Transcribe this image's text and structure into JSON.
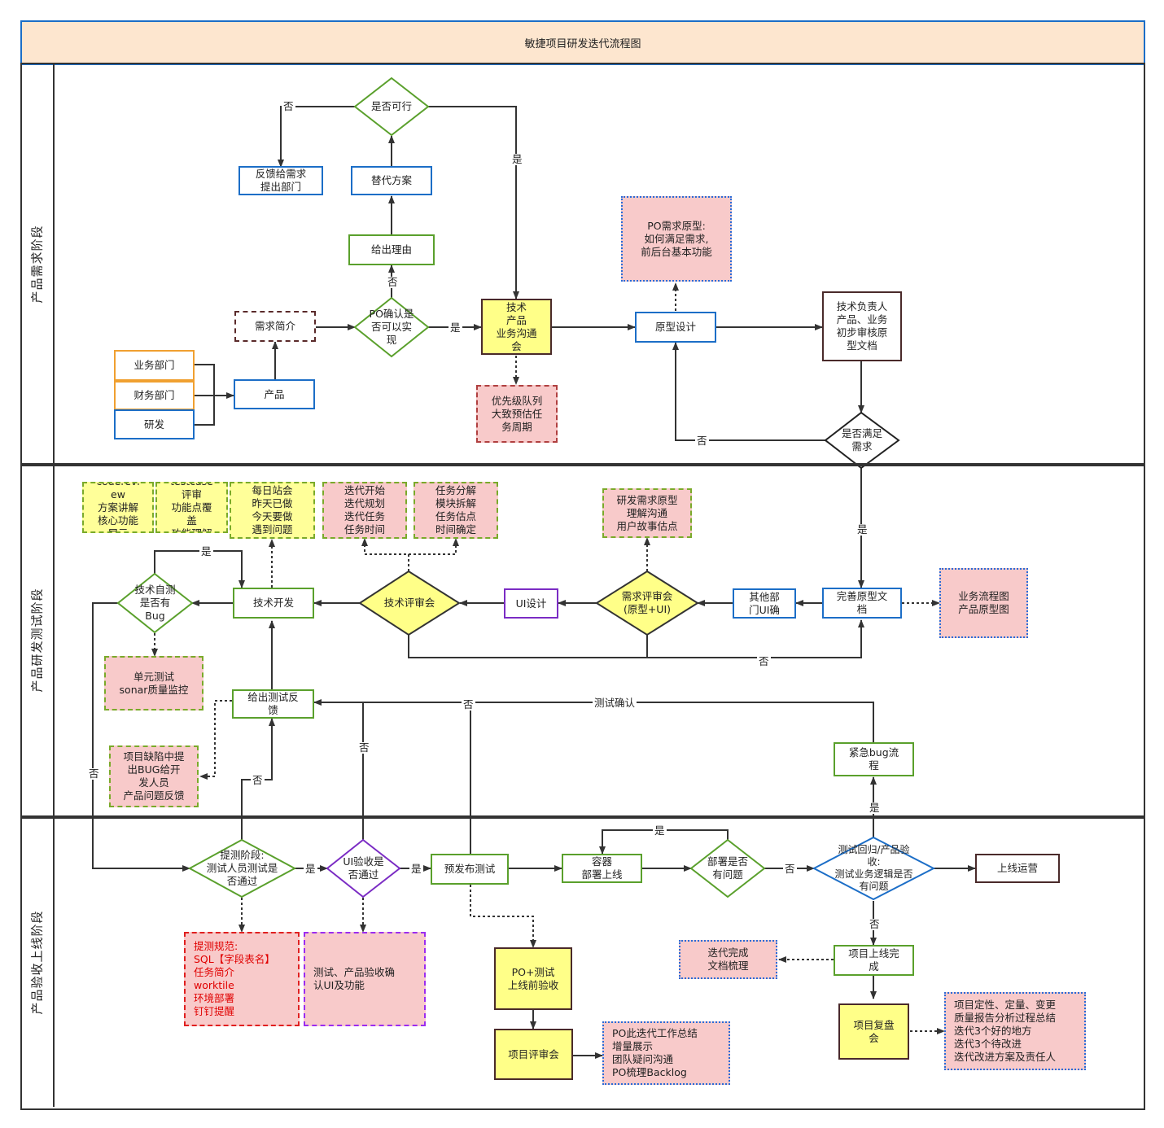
{
  "title": "敏捷项目研发迭代流程图",
  "lanes": {
    "req": "产品需求阶段",
    "dev": "产品研发测试阶段",
    "acc": "产品验收上线阶段"
  },
  "nodes": {
    "feedback_dept": "反馈给需求\n提出部门",
    "alt_plan": "替代方案",
    "give_reason": "给出理由",
    "po_prototype": "PO需求原型:\n如何满足需求,\n前后台基本功能",
    "req_brief": "需求简介",
    "tech_meeting": "技术\n产品\n业务沟通\n会",
    "prototype_design": "原型设计",
    "tech_review_proto": "技术负责人\n产品、业务\n初步审核原\n型文档",
    "dept_business": "业务部门",
    "dept_finance": "财务部门",
    "dept_rnd": "研发",
    "product": "产品",
    "priority_queue": "优先级队列\n大致预估任\n务周期",
    "codereview": "coderevi\new\n方案讲解\n核心功能\n展示",
    "testcase": "testcase\n评审\n功能点覆\n盖\n功能理解",
    "daily_standup": "每日站会\n昨天已做\n今天要做\n遇到问题",
    "iter_start": "迭代开始\n迭代规划\n迭代任务\n任务时间",
    "task_split": "任务分解\n模块拆解\n任务估点\n时间确定",
    "dev_understand": "研发需求原型\n理解沟通\n用户故事估点",
    "tech_dev": "技术开发",
    "ui_design": "UI设计",
    "product_ui": "产品与\n其他部\n门UI确\n认原型",
    "perfect_proto": "完善原型文\n档",
    "biz_flow": "业务流程图\n产品原型图",
    "unit_test": "单元测试\nsonar质量监控",
    "give_feedback": "给出测试反\n馈",
    "defect_report": "项目缺陷中提\n出BUG给开\n发人员\n产品问题反馈",
    "urgent_bug": "紧急bug流\n程",
    "pre_release": "预发布测试",
    "container_deploy": "容器\n部署上线",
    "go_live": "上线运营",
    "po_test_accept": "PO+测试\n上线前验收",
    "project_review": "项目评审会",
    "po_summary": "PO此迭代工作总结\n增量展示\n团队疑问沟通\nPO梳理Backlog",
    "submit_rules": "提测规范:\nSQL【字段表名】\n任务简介\nworktile\n环境部署\n钉钉提醒",
    "test_accept_ui": "测试、产品验收确\n认UI及功能",
    "iter_done_doc": "迭代完成\n文档梳理",
    "project_done": "项目上线完\n成",
    "project_retro": "项目复盘\n会",
    "retro_detail": "项目定性、定量、变更\n质量报告分析过程总结\n迭代3个好的地方\n迭代3个待改进\n迭代改进方案及责任人"
  },
  "decisions": {
    "feasible": "是否可行",
    "po_confirm": "PO确认是\n否可以实\n现",
    "meets_req": "是否满足\n需求",
    "self_test": "技术自测\n是否有\nBug",
    "tech_review": "技术评审会",
    "req_review": "需求评审会\n(原型+UI)",
    "submit_test": "提测阶段:\n测试人员测试是\n否通过",
    "ui_accept": "UI验收是\n否通过",
    "deploy_issue": "部署是否\n有问题",
    "regression": "测试回归/产品验\n收:\n测试业务逻辑是否\n有问题"
  },
  "edge_labels": {
    "feasible_no": "否",
    "feasible_yes": "是",
    "po_no": "否",
    "po_yes": "是",
    "meets_no": "否",
    "meets_yes": "是",
    "self_yes": "是",
    "self_no": "否",
    "review_no": "否",
    "submit_no": "否",
    "submit_yes": "是",
    "ui_no": "否",
    "ui_yes": "是",
    "pre_no": "否",
    "test_confirm": "测试确认",
    "deploy_yes": "是",
    "deploy_no": "否",
    "urgent_yes": "是",
    "reg_no": "否"
  }
}
